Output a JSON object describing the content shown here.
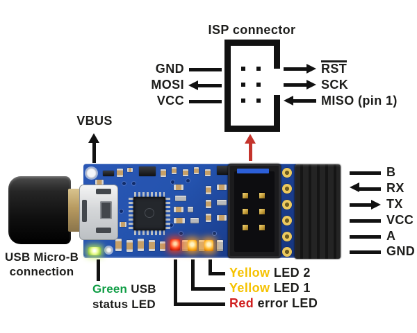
{
  "figure": {
    "title": "ISP connector",
    "isp_connector": {
      "left_pins": [
        {
          "label": "GND",
          "direction": "none"
        },
        {
          "label": "MOSI",
          "direction": "out"
        },
        {
          "label": "VCC",
          "direction": "none"
        }
      ],
      "right_pins": [
        {
          "label": "RST",
          "overline": true,
          "direction": "out"
        },
        {
          "label": "SCK",
          "overline": false,
          "direction": "out"
        },
        {
          "label": "MISO (pin 1)",
          "overline": false,
          "direction": "in"
        }
      ]
    },
    "vbus": {
      "label": "VBUS"
    },
    "usb": {
      "label_line1": "USB Micro-B",
      "label_line2": "connection"
    },
    "status_led": {
      "color_word": "Green",
      "line1_rest": "USB",
      "line2": "status LED"
    },
    "led_labels": [
      {
        "color_word": "Yellow",
        "rest": "LED 2"
      },
      {
        "color_word": "Yellow",
        "rest": "LED 1"
      },
      {
        "color_word": "Red",
        "rest": "error LED"
      }
    ],
    "side_pins": [
      {
        "label": "B",
        "direction": "none"
      },
      {
        "label": "RX",
        "direction": "in"
      },
      {
        "label": "TX",
        "direction": "out"
      },
      {
        "label": "VCC",
        "direction": "none"
      },
      {
        "label": "A",
        "direction": "none"
      },
      {
        "label": "GND",
        "direction": "none"
      }
    ],
    "colors": {
      "label_text": "#1d1d1b",
      "green": "#0f9d45",
      "yellow": "#f5c200",
      "red": "#d01f1f",
      "red_arrow": "#c4342c",
      "pcb_blue": "#2453ae"
    }
  }
}
